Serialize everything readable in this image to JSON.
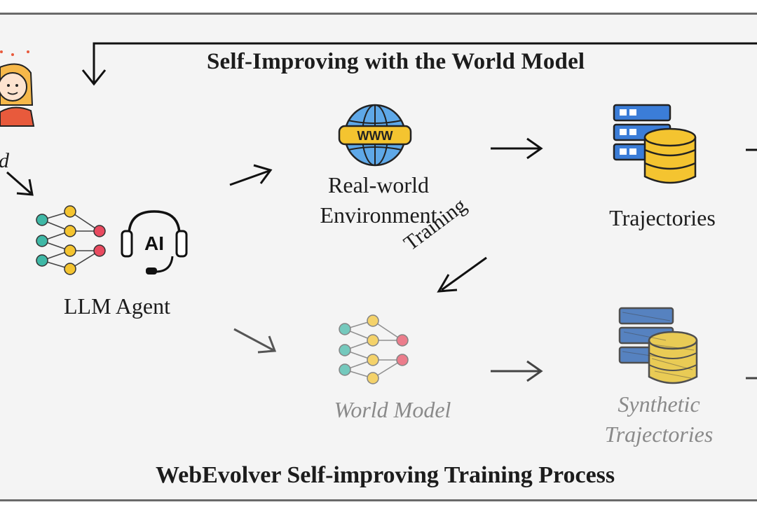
{
  "diagram": {
    "loop_title": "Self-Improving with the World Model",
    "caption": "WebEvolver Self-improving Training Process",
    "nodes": {
      "agent": "LLM Agent",
      "environment_line1": "Real-world",
      "environment_line2": "Environment",
      "trajectories": "Trajectories",
      "world_model": "World Model",
      "synthetic_line1": "Synthetic",
      "synthetic_line2": "Trajectories"
    },
    "edge_labels": {
      "training": "Training"
    },
    "user_mark": "d",
    "globe_text": "WWW",
    "badge_text": "AI"
  },
  "colors": {
    "frame_bg": "#f4f4f4",
    "frame_border": "#6a6a6a",
    "teal": "#3fb8a6",
    "yellow": "#f4c430",
    "red": "#e84a5f",
    "blue": "#3b7dd8",
    "globe_blue": "#5ea8e8"
  },
  "icons": {
    "user": "person-icon",
    "agent_network": "neural-network-icon",
    "agent_badge": "ai-headset-icon",
    "environment": "globe-www-icon",
    "trajectories": "server-database-icon",
    "world_model": "neural-network-icon",
    "synthetic": "server-database-icon"
  }
}
